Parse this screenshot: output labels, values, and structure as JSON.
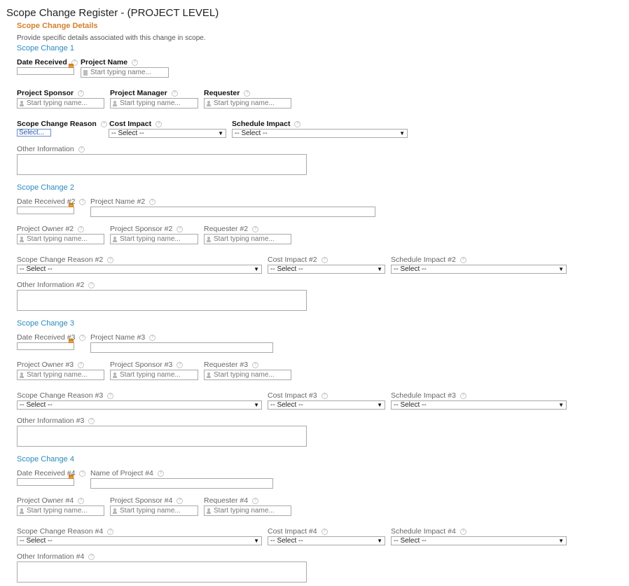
{
  "page": {
    "title": "Scope Change Register - (PROJECT LEVEL)",
    "section_title": "Scope Change Details",
    "section_desc": "Provide specific details associated with this change in scope."
  },
  "help_glyph": "?",
  "select_caret": "▼",
  "colors": {
    "section_title": "#d4802c",
    "group_title": "#2a8bbf",
    "bold_label": "#111111",
    "label": "#666666",
    "input_border": "#a9a9a9"
  },
  "icons": {
    "people_picker": "person-icon",
    "calendar": "calendar-icon",
    "document": "document-icon",
    "help": "help-icon"
  },
  "groups": [
    {
      "title": "Scope Change 1",
      "date_label": "Date Received",
      "name_label": "Project Name",
      "name_placeholder": "Start typing name...",
      "sponsor_label": "Project Sponsor",
      "sponsor_placeholder": "Start typing name...",
      "manager_label": "Project Manager",
      "manager_placeholder": "Start typing name...",
      "requester_label": "Requester",
      "requester_placeholder": "Start typing name...",
      "reason_label": "Scope Change Reason",
      "reason_value": "Select...",
      "cost_label": "Cost Impact",
      "cost_value": "-- Select --",
      "schedule_label": "Schedule Impact",
      "schedule_value": "-- Select --",
      "other_label": "Other Information"
    },
    {
      "title": "Scope Change 2",
      "date_label": "Date Received #2",
      "name_label": "Project Name #2",
      "owner_label": "Project Owner #2",
      "owner_placeholder": "Start typing name...",
      "sponsor_label": "Project Sponsor #2",
      "sponsor_placeholder": "Start typing name...",
      "requester_label": "Requester #2",
      "requester_placeholder": "Start typing name...",
      "reason_label": "Scope Change Reason #2",
      "reason_value": "-- Select --",
      "cost_label": "Cost Impact #2",
      "cost_value": "-- Select --",
      "schedule_label": "Schedule Impact #2",
      "schedule_value": "-- Select --",
      "other_label": "Other Information #2"
    },
    {
      "title": "Scope Change 3",
      "date_label": "Date Received #3",
      "name_label": "Project Name #3",
      "owner_label": "Project Owner #3",
      "owner_placeholder": "Start typing name...",
      "sponsor_label": "Project Sponsor #3",
      "sponsor_placeholder": "Start typing name...",
      "requester_label": "Requester #3",
      "requester_placeholder": "Start typing name...",
      "reason_label": "Scope Change Reason #3",
      "reason_value": "-- Select --",
      "cost_label": "Cost Impact #3",
      "cost_value": "-- Select --",
      "schedule_label": "Schedule Impact #3",
      "schedule_value": "-- Select --",
      "other_label": "Other Information #3"
    },
    {
      "title": "Scope Change 4",
      "date_label": "Date Received #4",
      "name_label": "Name of Project #4",
      "owner_label": "Project Owner #4",
      "owner_placeholder": "Start typing name...",
      "sponsor_label": "Project Sponsor #4",
      "sponsor_placeholder": "Start typing name...",
      "requester_label": "Requester #4",
      "requester_placeholder": "Start typing name...",
      "reason_label": "Scope Change Reason #4",
      "reason_value": "-- Select --",
      "cost_label": "Cost Impact #4",
      "cost_value": "-- Select --",
      "schedule_label": "Schedule Impact #4",
      "schedule_value": "-- Select --",
      "other_label": "Other Information #4"
    }
  ]
}
